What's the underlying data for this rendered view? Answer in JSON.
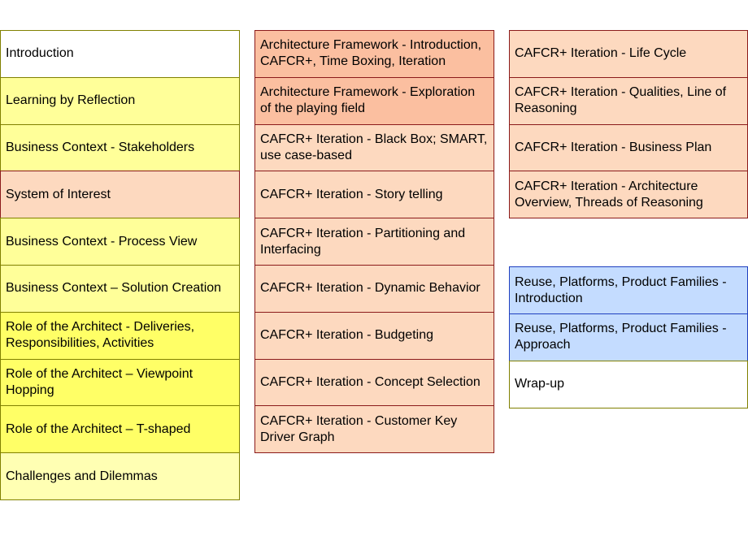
{
  "colors": {
    "white": "#ffffff",
    "light_yellow": "#ffff99",
    "yellow": "#ffff66",
    "pale_yellow": "#ffffb3",
    "peach": "#fdd9bf",
    "salmon": "#fbbfa0",
    "light_blue": "#c4dcff",
    "border_olive": "#808000",
    "border_dark_red": "#8b1a1a",
    "border_blue": "#1f3fbf"
  },
  "columns": [
    {
      "cells": [
        {
          "label": "Introduction",
          "fill": "#ffffff",
          "border": "#808000"
        },
        {
          "label": "Learning by Reflection",
          "fill": "#ffff99",
          "border": "#808000"
        },
        {
          "label": "Business Context - Stakeholders",
          "fill": "#ffff99",
          "border": "#808000"
        },
        {
          "label": "System of Interest",
          "fill": "#fdd9bf",
          "border": "#8b1a1a"
        },
        {
          "label": "Business Context - Process View",
          "fill": "#ffff99",
          "border": "#808000"
        },
        {
          "label": "Business Context – Solution Creation",
          "fill": "#ffff99",
          "border": "#808000"
        },
        {
          "label": "Role of the Architect - Deliveries, Responsibilities, Activities",
          "fill": "#ffff66",
          "border": "#808000"
        },
        {
          "label": "Role of the Architect – Viewpoint Hopping",
          "fill": "#ffff66",
          "border": "#808000"
        },
        {
          "label": "Role of the Architect – T-shaped",
          "fill": "#ffff66",
          "border": "#808000"
        },
        {
          "label": "Challenges and Dilemmas",
          "fill": "#ffffb3",
          "border": "#808000"
        }
      ]
    },
    {
      "cells": [
        {
          "label": "Architecture Framework - Introduction, CAFCR+, Time Boxing, Iteration",
          "fill": "#fbbfa0",
          "border": "#8b1a1a"
        },
        {
          "label": "Architecture Framework - Exploration of the playing field",
          "fill": "#fbbfa0",
          "border": "#8b1a1a"
        },
        {
          "label": "CAFCR+ Iteration - Black Box; SMART, use case-based",
          "fill": "#fdd9bf",
          "border": "#8b1a1a"
        },
        {
          "label": "CAFCR+ Iteration - Story telling",
          "fill": "#fdd9bf",
          "border": "#8b1a1a"
        },
        {
          "label": "CAFCR+ Iteration - Partitioning and Interfacing",
          "fill": "#fdd9bf",
          "border": "#8b1a1a"
        },
        {
          "label": "CAFCR+ Iteration - Dynamic Behavior",
          "fill": "#fdd9bf",
          "border": "#8b1a1a"
        },
        {
          "label": "CAFCR+ Iteration - Budgeting",
          "fill": "#fdd9bf",
          "border": "#8b1a1a"
        },
        {
          "label": "CAFCR+ Iteration - Concept Selection",
          "fill": "#fdd9bf",
          "border": "#8b1a1a"
        },
        {
          "label": "CAFCR+ Iteration - Customer Key Driver Graph",
          "fill": "#fdd9bf",
          "border": "#8b1a1a"
        }
      ]
    },
    {
      "cells": [
        {
          "label": "CAFCR+ Iteration - Life Cycle",
          "fill": "#fdd9bf",
          "border": "#8b1a1a"
        },
        {
          "label": "CAFCR+ Iteration - Qualities, Line of Reasoning",
          "fill": "#fdd9bf",
          "border": "#8b1a1a"
        },
        {
          "label": "CAFCR+ Iteration - Business Plan",
          "fill": "#fdd9bf",
          "border": "#8b1a1a"
        },
        {
          "label": "CAFCR+ Iteration - Architecture Overview, Threads of Reasoning",
          "fill": "#fdd9bf",
          "border": "#8b1a1a"
        },
        {
          "spacer": true
        },
        {
          "label": "Reuse, Platforms, Product Families - Introduction",
          "fill": "#c4dcff",
          "border": "#1f3fbf"
        },
        {
          "label": "Reuse, Platforms, Product Families - Approach",
          "fill": "#c4dcff",
          "border": "#1f3fbf"
        },
        {
          "label": "Wrap-up",
          "fill": "#ffffff",
          "border": "#808000"
        }
      ]
    }
  ]
}
